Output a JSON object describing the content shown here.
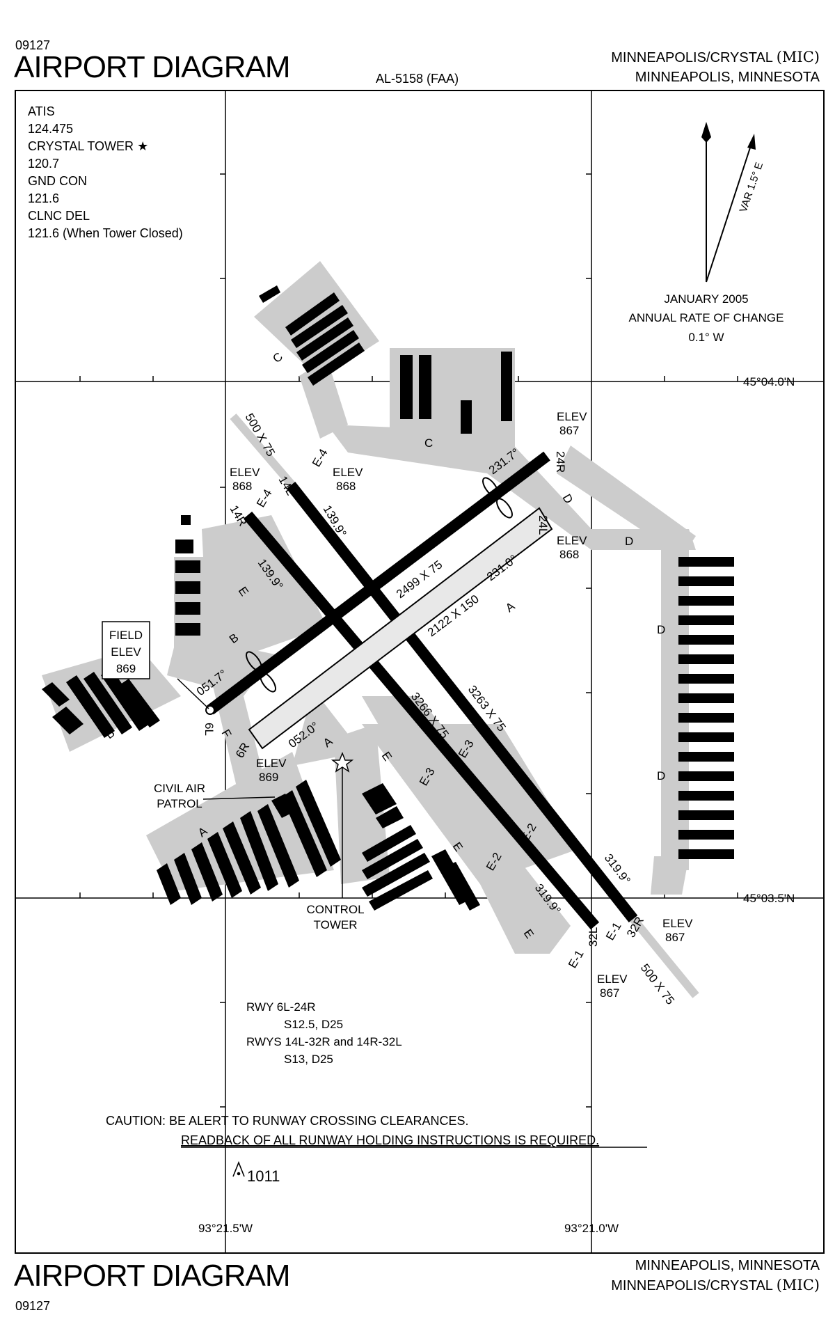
{
  "header": {
    "chart_number": "09127",
    "title": "AIRPORT DIAGRAM",
    "publication": "AL-5158 (FAA)",
    "airport_line": "MINNEAPOLIS/CRYSTAL",
    "airport_id": "(MIC)",
    "city_line": "MINNEAPOLIS, MINNESOTA"
  },
  "footer": {
    "chart_number": "09127",
    "title": "AIRPORT DIAGRAM",
    "city_line": "MINNEAPOLIS, MINNESOTA",
    "airport_line": "MINNEAPOLIS/CRYSTAL",
    "airport_id": "(MIC)"
  },
  "comms": {
    "atis_label": "ATIS",
    "atis_freq": "124.475",
    "tower_label": "CRYSTAL TOWER",
    "tower_freq": "120.7",
    "gnd_label": "GND CON",
    "gnd_freq": "121.6",
    "clnc_label": "CLNC DEL",
    "clnc_freq": "121.6 (When Tower Closed)"
  },
  "magvar": {
    "var_label": "VAR 1.5° E",
    "date": "JANUARY 2005",
    "rate_label": "ANNUAL RATE OF CHANGE",
    "rate": "0.1° W"
  },
  "coords": {
    "lat_top": "45°04.0'N",
    "lat_bottom": "45°03.5'N",
    "lon_left": "93°21.5'W",
    "lon_right": "93°21.0'W"
  },
  "runways": {
    "r14l_32r": {
      "dims": "3263 X 75",
      "end_a": "14L",
      "end_b": "32R",
      "hdg_a": "139.9°",
      "hdg_b": "319.9°",
      "elev_a": "868",
      "elev_b": "867",
      "blast_pad_a": "500 X 75",
      "blast_pad_b": "500 X 75"
    },
    "r14r_32l": {
      "dims": "3266 X 75",
      "end_a": "14R",
      "end_b": "32L",
      "hdg_a": "139.9°",
      "hdg_b": "319.9°",
      "elev_a": "868",
      "elev_b": "867"
    },
    "r6l_24r": {
      "dims": "2499 X 75",
      "end_a": "6L",
      "end_b": "24R",
      "hdg_a": "051.7°",
      "hdg_b": "231.7°",
      "elev_b": "867"
    },
    "r6r_24l": {
      "dims": "2122 X 150",
      "end_a": "6R",
      "end_b": "24L",
      "hdg_a": "052.0°",
      "hdg_b": "231.0°",
      "elev_a": "869",
      "elev_b": "868"
    }
  },
  "labels": {
    "elev": "ELEV",
    "field_elev_1": "FIELD",
    "field_elev_2": "ELEV",
    "field_elev_val": "869",
    "civil_air_1": "CIVIL AIR",
    "civil_air_2": "PATROL",
    "control_1": "CONTROL",
    "control_2": "TOWER",
    "tw_a": "A",
    "tw_b": "B",
    "tw_c": "C",
    "tw_d": "D",
    "tw_e": "E",
    "tw_f": "F",
    "tw_e1": "E-1",
    "tw_e2": "E-2",
    "tw_e3": "E-3",
    "tw_e4": "E-4"
  },
  "strength": {
    "l1": "RWY 6L-24R",
    "l2": "S12.5, D25",
    "l3": "RWYS 14L-32R and 14R-32L",
    "l4": "S13, D25"
  },
  "caution": {
    "l1": "CAUTION: BE ALERT TO RUNWAY CROSSING CLEARANCES.",
    "l2": "READBACK OF ALL RUNWAY HOLDING INSTRUCTIONS IS REQUIRED."
  },
  "obstacle": {
    "height": "1011"
  }
}
